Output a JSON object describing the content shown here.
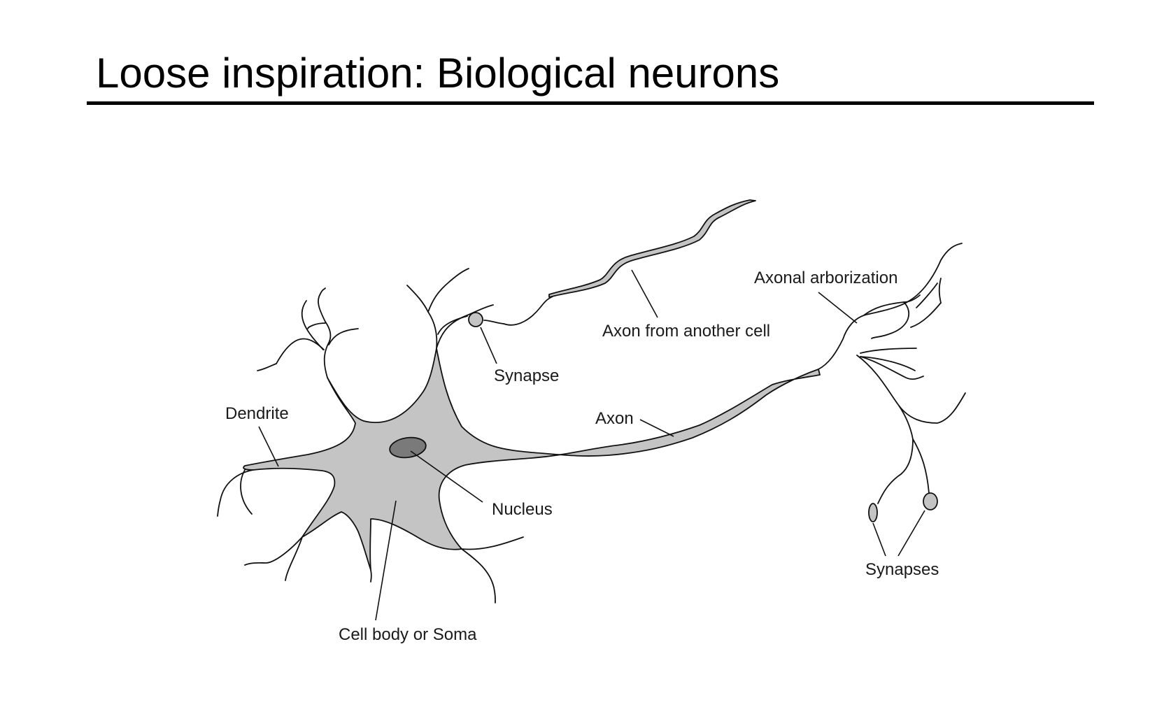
{
  "slide": {
    "title": "Loose inspiration: Biological neurons"
  },
  "diagram": {
    "labels": {
      "dendrite": "Dendrite",
      "synapse": "Synapse",
      "axon_from_another_cell": "Axon from another cell",
      "axonal_arborization": "Axonal arborization",
      "axon": "Axon",
      "nucleus": "Nucleus",
      "cell_body": "Cell body or Soma",
      "synapses": "Synapses"
    },
    "colors": {
      "cell_fill": "#c4c4c4",
      "nucleus_fill": "#7a7a7a",
      "line": "#111111"
    }
  }
}
